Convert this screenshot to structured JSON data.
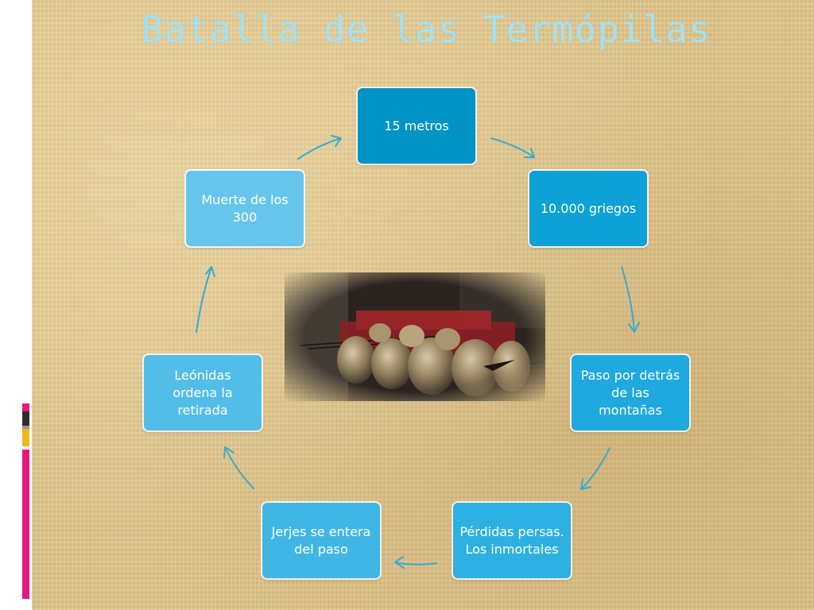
{
  "slide": {
    "title": "Batalla de las Termópilas"
  },
  "cycle": {
    "nodes": [
      {
        "label": "15 metros",
        "color": "#0093c4"
      },
      {
        "label": "10.000 griegos",
        "color": "#0da1d6"
      },
      {
        "label": "Paso por detrás de las montañas",
        "color": "#1fa9df"
      },
      {
        "label": "Pérdidas persas. Los inmortales",
        "color": "#2eb0e2"
      },
      {
        "label": "Jerjes se entera del paso",
        "color": "#40b6e5"
      },
      {
        "label": "Leónidas ordena la retirada",
        "color": "#52bde8"
      },
      {
        "label": "Muerte de los 300",
        "color": "#66c5ec"
      }
    ],
    "arrow_color": "#3aa9cf"
  },
  "image": {
    "icon": "spartan-soldiers-image"
  },
  "decoration": {
    "accent_colors": [
      "#e6197a",
      "#2d2d2d",
      "#f0b81c",
      "#9a9a9a"
    ]
  }
}
